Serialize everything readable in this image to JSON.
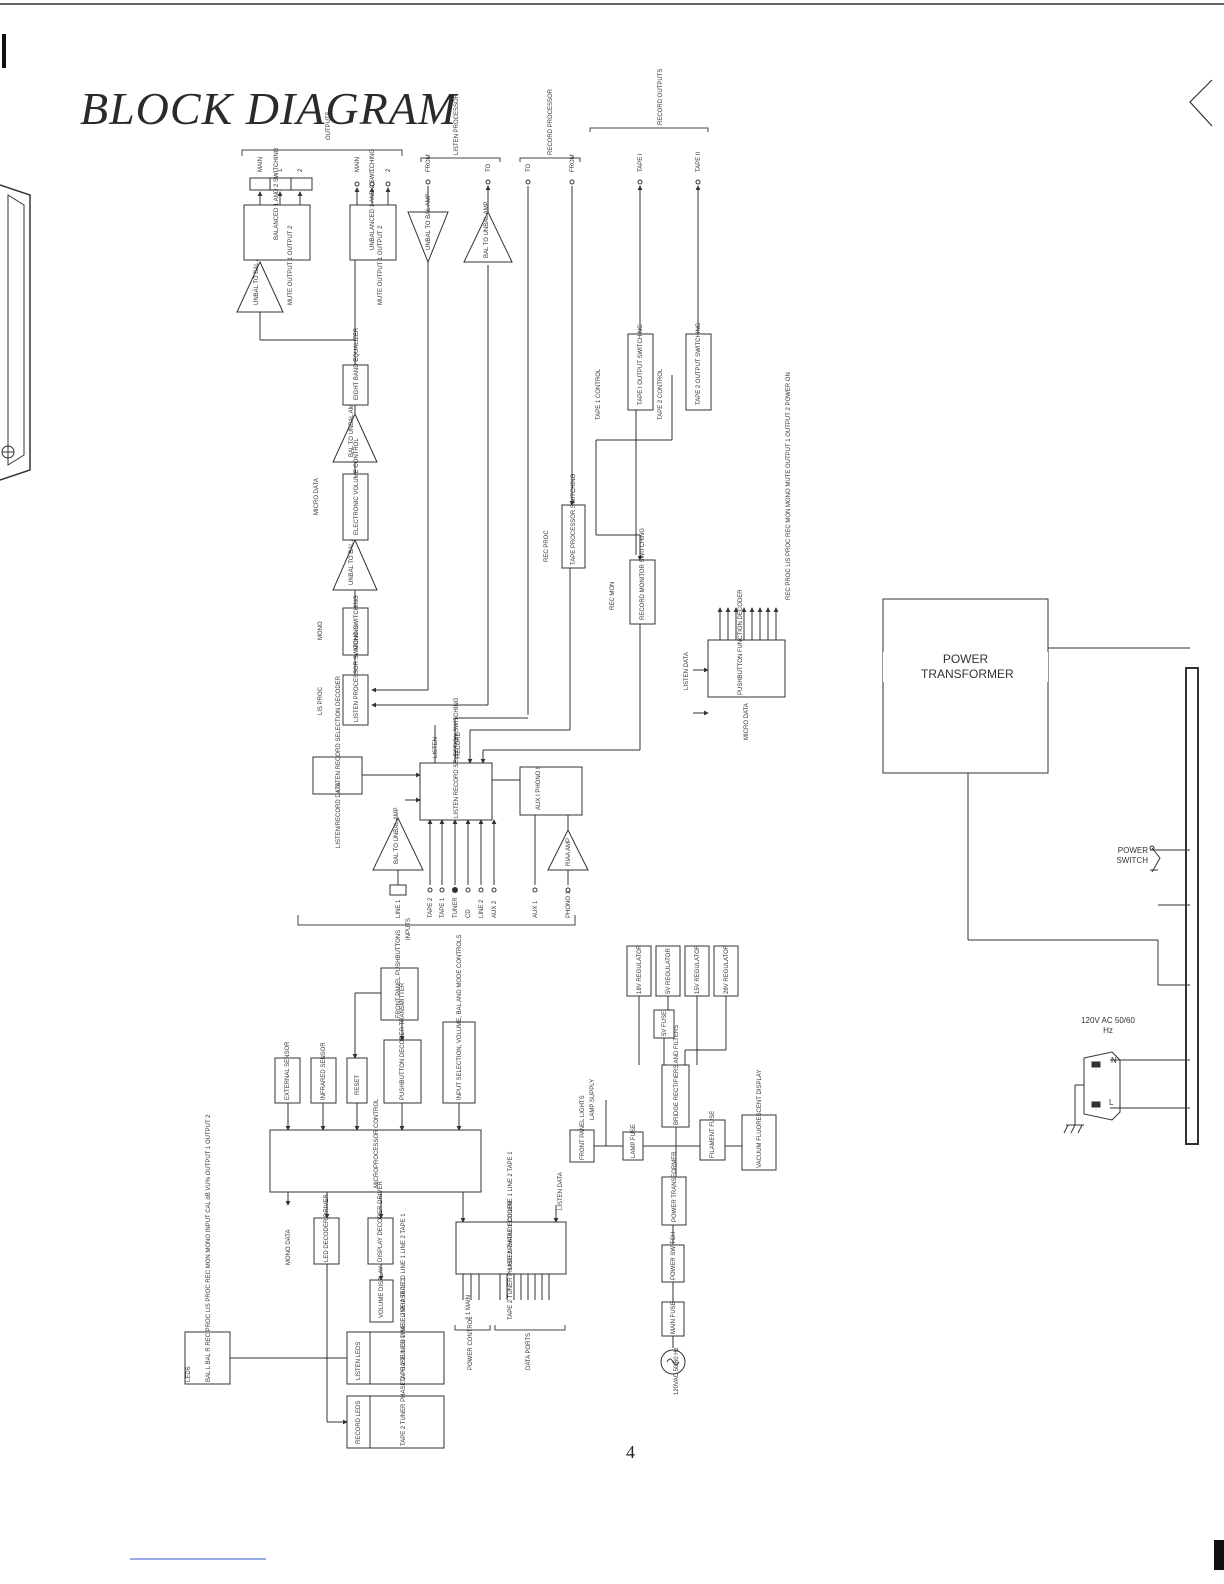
{
  "page": {
    "title": "BLOCK DIAGRAM",
    "number": "4"
  },
  "groups": {
    "outputs": "OUTPUTS",
    "listen_processor": "LISTEN PROCESSOR",
    "record_processor": "RECORD PROCESSOR",
    "record_outputs": "RECORD OUTPUTS",
    "inputs": "INPUTS",
    "power_control": "POWER CONTROL",
    "data_ports": "DATA PORTS"
  },
  "outputs": {
    "main": "MAIN",
    "out1": "1",
    "out2": "2",
    "from": "FROM",
    "to": "TO",
    "rec_to": "TO",
    "rec_from": "FROM",
    "tape1": "TAPE I",
    "tape2": "TAPE II"
  },
  "blocks": {
    "balanced": "BALANCED 1 AND 2 SWITCHING",
    "unbalanced": "UNBALANCED 1 AND 2 SWITCHING",
    "unbal_bal_amp": "UNBAL TO BAL AMP",
    "unbal_bal_amp2": "UNBAL TO BAL AMP",
    "bal_unbal_amp": "BAL TO UNBAL AMP",
    "bal_unbal_amp2": "BAL TO UNBAL AMP",
    "bal_unbal_amp3": "BAL TO UNBAL AMP",
    "unbal_bal_amp3": "UNBAL TO BAL AMP",
    "eq": "EIGHT BAND EQUALIZER",
    "volume": "ELECTRONIC VOLUME CONTROL",
    "mono": "MONO SWITCHING",
    "listen_proc_sw": "LISTEN PROCESSOR SWITCHING",
    "listen_rec_sel": "LISTEN RECORD SELECTION SWITCHING",
    "lr_decoder": "LISTEN RECORD SELECTION DECODER",
    "aux_phono": "AUX I PHONO I",
    "riaa": "RIAA AMP",
    "tape_proc_sw": "TAPE PROCESSOR SWITCHING",
    "rec_monitor": "RECORD MONITOR SWITCHING",
    "tape1_out": "TAPE I OUTPUT SWITCHING",
    "tape2_out": "TAPE 2 OUTPUT SWITCHING",
    "pushbutton_decoder": "PUSHBUTTON FUNCTION DECODER",
    "power_transformer": "POWER TRANSFORMER",
    "front_panel_pb": "FRONT PANEL PUSHBUTTONS",
    "ext_sensor": "EXTERNAL SENSOR",
    "ir_sensor": "INFRARED SENSOR",
    "reset": "RESET",
    "pb_transmitter": "PUSHBUTTON DECODER TRANSMITTER",
    "input_controls": "INPUT SELECTION, VOLUME, BAL AND MODE CONTROLS",
    "micro": "MICROPROCESSOR CONTROL",
    "led_driver": "LED DECODER DRIVER",
    "display_driver": "DISPLAY DECODER DRIVER",
    "volume_display": "VOLUME DISPLAY",
    "listen_data_decoder": "LISTEN DATA DECODER",
    "listen_leds": "LISTEN LEDS",
    "record_leds": "RECORD LEDS",
    "leds": "LEDS",
    "reg_18v": "18V REGULATOR",
    "reg_5v_a": "5V REGULATOR",
    "reg_15v": "15V REGULATOR",
    "reg_28v": "28V REGULATOR",
    "fuse_5v": "5V FUSE",
    "bridge": "BRIDGE RECTIFIERS AND FILTERS",
    "front_lights": "FRONT PANEL LIGHTS",
    "lamp_fuse": "LAMP FUSE",
    "filament_fuse": "FILAMENT FUSE",
    "vfd": "VACUUM FLUORESCENT DISPLAY",
    "power_transformer_small": "POWER TRANSFORMER",
    "power_switch_small": "POWER SWITCH",
    "main_fuse": "MAIN FUSE"
  },
  "labels": {
    "mute_outputs": "MUTE OUTPUT 1 OUTPUT 2",
    "mute_outputs2": "MUTE OUTPUT 1 OUTPUT 2",
    "micro_data": "MICRO DATA",
    "mono_in": "MONO",
    "lis_proc": "LIS PROC",
    "listen_record_data": "LISTEN/RECORD DATA",
    "listen": "LISTEN",
    "record": "RECORD",
    "rec_proc": "REC PROC",
    "rec_mon": "REC MON",
    "tape1_control": "TAPE 1 CONTROL",
    "tape2_control": "TAPE 2 CONTROL",
    "listen_data_in": "LISTEN DATA",
    "micro_data2": "MICRO DATA",
    "pushbutton_outputs": "REC PROC LIS PROC REC MON MONO MUTE OUTPUT 1 OUTPUT 2 POWER ON",
    "lamp_supply": "LAMP SUPPLY",
    "mono_data": "MONO DATA",
    "listen_data2": "LISTEN DATA",
    "ac_source": "120VAC 50/60 Hz",
    "power_out_main": "2 1 MAIN",
    "data_ports_list": "TAPE 2 TUNER PHASE 2 PHASE 1 CD LINE 1 LINE 2 TAPE 1",
    "leds_list": "BAL L BAL R REC PROC LIS PROC REC MON MONO INPUT CAL dB VU% OUTPUT 1 OUTPUT 2",
    "listen_led_list": "TAPE 2 TUNER PHASE 2 PHASE 1 CD LINE 1 LINE 2 TAPE 1",
    "record_led_list": "TAPE 2 TUNER PHASE 2 PHASE 1 CD LINE 1 LINE 2 TAPE 1"
  },
  "inputs": {
    "line1": "LINE 1",
    "tape2": "TAPE 2",
    "tape1": "TAPE 1",
    "tuner": "TUNER",
    "cd": "CD",
    "line2": "LINE 2",
    "aux2": "AUX 2",
    "aux1": "AUX 1",
    "phono1": "PHONO 1"
  },
  "power": {
    "power_switch": "POWER SWITCH",
    "ac_in": "120V AC 50/60 Hz",
    "n": "N",
    "l": "L"
  }
}
